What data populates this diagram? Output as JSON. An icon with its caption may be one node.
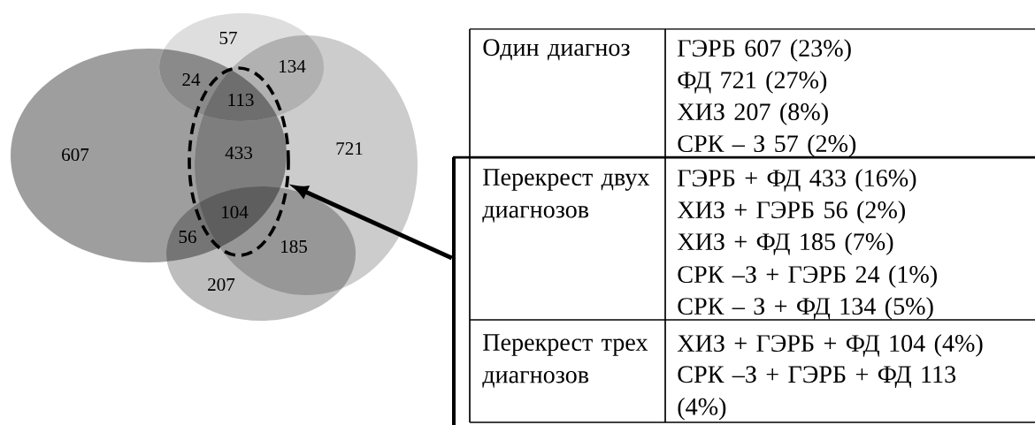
{
  "diagram": {
    "nodes": [
      {
        "text": [],
        "shape": "ellipse"
      },
      {
        "text": [],
        "shape": "bar"
      }
    ],
    "edges": [
      {
        "from": 1,
        "to": 0,
        "arrow": "to"
      }
    ],
    "labels": [
      "57",
      "134",
      "24",
      "113",
      "607",
      "433",
      "721",
      "104",
      "56",
      "185",
      "207",
      "Один диагноз",
      "ГЭРБ 607 (23%)",
      "ФД 721 (27%)",
      "ХИЗ 207 (8%)",
      "СРК – З 57 (2%)",
      "Перекрест двух диагнозов",
      "ГЭРБ + ФД 433 (16%)",
      "ХИЗ + ГЭРБ 56 (2%)",
      "ХИЗ + ФД 185 (7%)",
      "СРК –З + ГЭРБ 24 (1%)",
      "СРК – З + ФД 134 (5%)",
      "Перекрест трех диагнозов",
      "ХИЗ + ГЭРБ + ФД 104 (4%)",
      "СРК –З + ГЭРБ + ФД 113 (4%)"
    ]
  }
}
